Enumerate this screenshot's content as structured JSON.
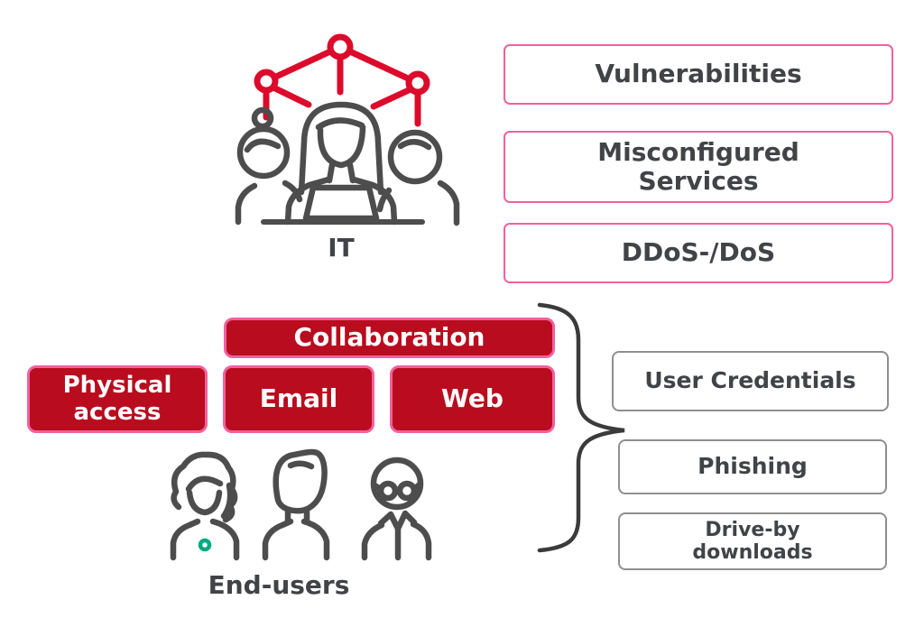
{
  "colors": {
    "box_red": "#b90c1e",
    "border_pink": "#f2609e",
    "icon_red": "#dc0a2b",
    "icon_gray": "#4d4d4d",
    "text_dark": "#414347",
    "border_gray": "#8f8f8f",
    "accent_teal": "#01a982",
    "brace_gray": "#3b3b3b"
  },
  "it": {
    "label": "IT",
    "icons": [
      "network-nodes-icon",
      "it-team-icon"
    ]
  },
  "surfaces_it": [
    {
      "label": "Vulnerabilities"
    },
    {
      "label": "Misconfigured\nServices"
    },
    {
      "label": "DDoS-/DoS"
    }
  ],
  "vectors": [
    {
      "id": "collaboration",
      "label": "Collaboration"
    },
    {
      "id": "physical-access",
      "label": "Physical\naccess"
    },
    {
      "id": "email",
      "label": "Email"
    },
    {
      "id": "web",
      "label": "Web"
    }
  ],
  "surfaces_users": [
    {
      "label": "User Credentials"
    },
    {
      "label": "Phishing"
    },
    {
      "label": "Drive-by\ndownloads"
    }
  ],
  "end_users": {
    "label": "End-users",
    "icons": [
      "end-user-woman-icon",
      "end-user-man-icon",
      "end-user-glasses-man-icon"
    ]
  }
}
